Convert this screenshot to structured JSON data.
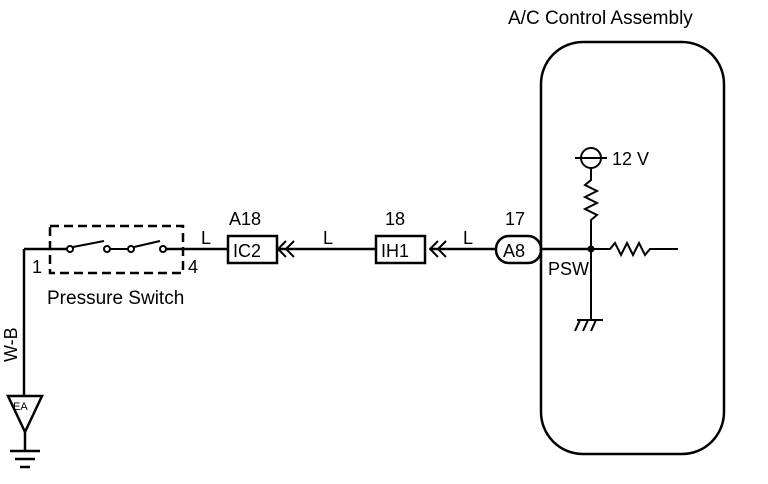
{
  "component": {
    "title": "A/C Control Assembly",
    "supply_label": "12 V",
    "terminal_label": "PSW"
  },
  "pressure_switch": {
    "name": "Pressure Switch",
    "pin_left": "1",
    "pin_right": "4"
  },
  "wires": {
    "ground_color": "W-B",
    "seg1_color": "L",
    "seg2_color": "L",
    "seg3_color": "L"
  },
  "connectors": [
    {
      "pin": "A18",
      "code": "IC2"
    },
    {
      "pin": "18",
      "code": "IH1"
    },
    {
      "pin": "17",
      "code": "A8"
    }
  ],
  "ground_point": "EA"
}
